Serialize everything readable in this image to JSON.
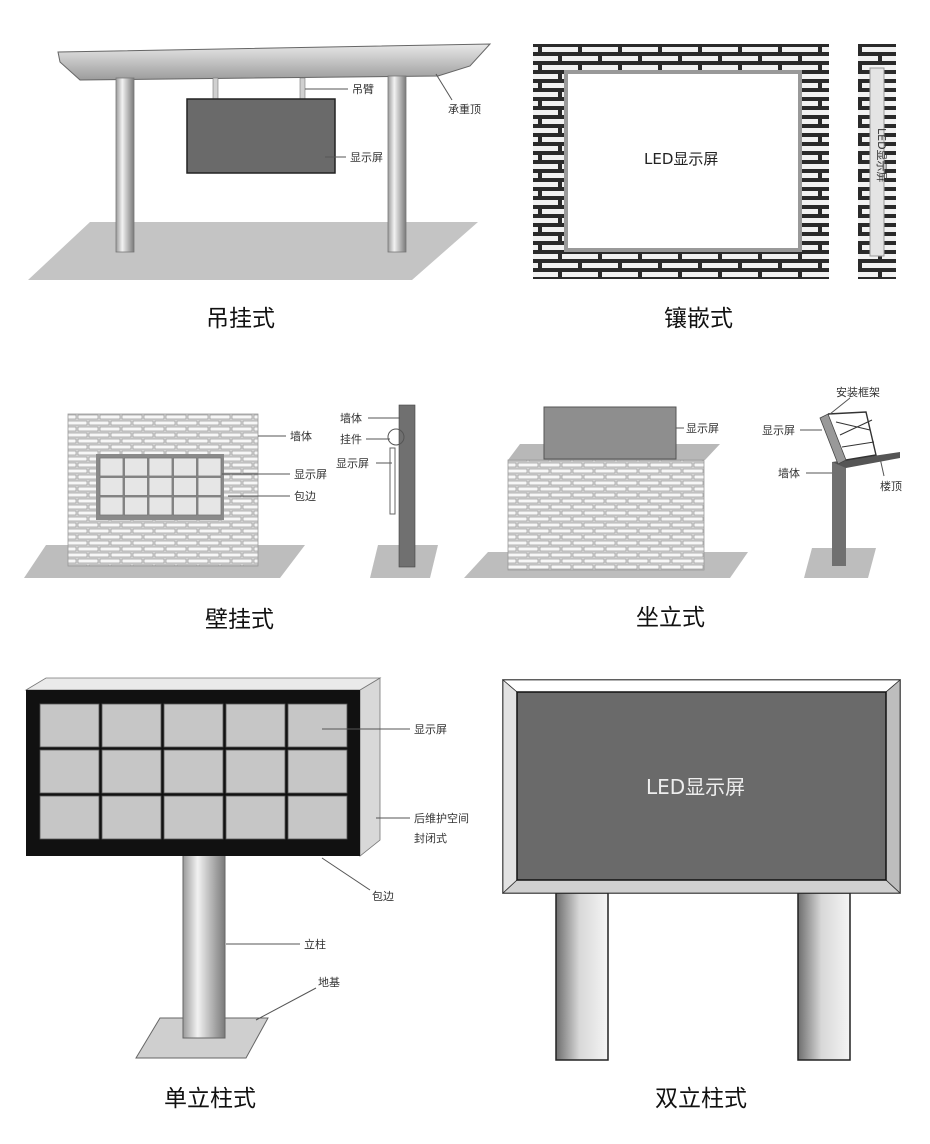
{
  "panels": {
    "hanging": {
      "caption": "吊挂式",
      "labels": {
        "arm": "吊臂",
        "roof": "承重顶",
        "screen": "显示屏"
      }
    },
    "embedded": {
      "caption": "镶嵌式",
      "labels": {
        "screen": "LED显示屏",
        "side": "LED显示屏"
      }
    },
    "wall": {
      "caption": "壁挂式",
      "labels": {
        "wall": "墙体",
        "screen": "显示屏",
        "border": "包边",
        "side_wall": "墙体",
        "hanger": "挂件",
        "side_screen": "显示屏"
      }
    },
    "seated": {
      "caption": "坐立式",
      "labels": {
        "screen": "显示屏",
        "frame": "安装框架",
        "side_screen": "显示屏",
        "wall": "墙体",
        "roof": "楼顶"
      }
    },
    "single_pole": {
      "caption": "单立柱式",
      "labels": {
        "screen": "显示屏",
        "rear1": "后维护空间",
        "rear2": "封闭式",
        "border": "包边",
        "pole": "立柱",
        "base": "地基"
      }
    },
    "double_pole": {
      "caption": "双立柱式",
      "labels": {
        "screen": "LED显示屏"
      }
    }
  },
  "colors": {
    "screen_gray": "#6a6a6a",
    "wall_gray": "#c8c8c8",
    "ground_gray": "#bdbdbd",
    "frame_black": "#111111"
  }
}
